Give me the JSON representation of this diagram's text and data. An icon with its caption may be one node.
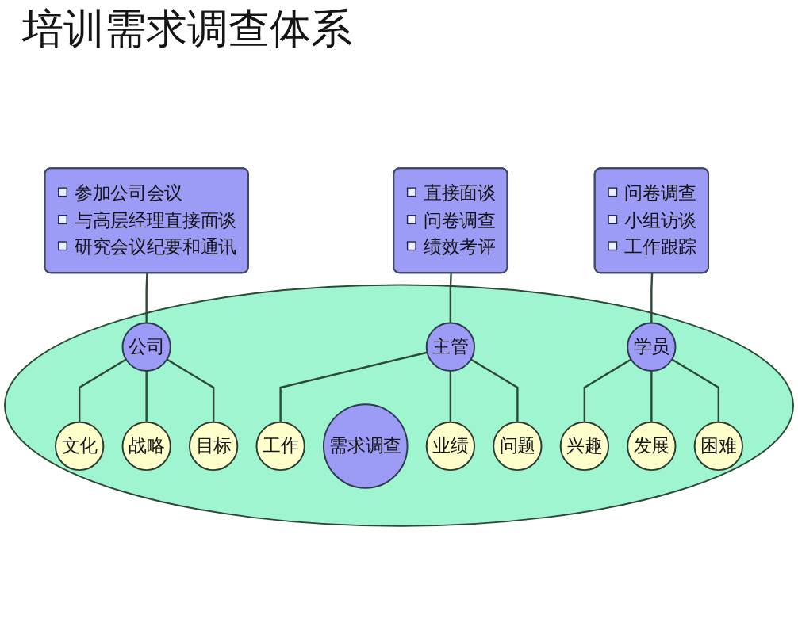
{
  "diagram": {
    "title": "培训需求调查体系",
    "nodes": [
      {
        "text": [],
        "shape": "ellipse"
      },
      {
        "text": [
          "文化"
        ],
        "in": 0
      },
      {
        "text": [
          "参加公司会议",
          "与高层经理直接面谈",
          "研究会议纪要和通讯"
        ]
      },
      {
        "text": [
          "公司"
        ],
        "in": 0
      },
      {
        "text": [
          "战略"
        ],
        "in": 0
      },
      {
        "text": [
          "目标"
        ],
        "in": 0
      },
      {
        "text": [
          "工作"
        ],
        "in": 0
      },
      {
        "text": [
          "需求调查"
        ],
        "in": 0
      },
      {
        "text": [
          "兴趣"
        ],
        "in": 0
      },
      {
        "text": [
          "直接面谈",
          "问卷调查",
          "绩效考评"
        ]
      },
      {
        "text": [
          "问卷调查",
          "小组访谈",
          "工作跟踪"
        ]
      },
      {
        "text": [
          "主管"
        ],
        "in": 0
      },
      {
        "text": [
          "学员"
        ],
        "in": 0
      },
      {
        "text": [
          "业绩"
        ],
        "in": 0
      },
      {
        "text": [
          "问题"
        ],
        "in": 0
      },
      {
        "text": [
          "发展"
        ],
        "in": 0
      },
      {
        "text": [
          "困难"
        ],
        "in": 0
      }
    ],
    "edges": [
      {
        "from": 2,
        "to": 3,
        "arrow": "none"
      },
      {
        "from": 3,
        "to": 1,
        "arrow": "none"
      },
      {
        "from": 3,
        "to": 4,
        "arrow": "none"
      },
      {
        "from": 3,
        "to": 5,
        "arrow": "none"
      },
      {
        "from": 9,
        "to": 11,
        "arrow": "none"
      },
      {
        "from": 11,
        "to": 6,
        "arrow": "none"
      },
      {
        "from": 11,
        "to": 13,
        "arrow": "none"
      },
      {
        "from": 11,
        "to": 14,
        "arrow": "none"
      },
      {
        "from": 10,
        "to": 12,
        "arrow": "none"
      },
      {
        "from": 12,
        "to": 8,
        "arrow": "none"
      },
      {
        "from": 12,
        "to": 15,
        "arrow": "none"
      },
      {
        "from": 12,
        "to": 16,
        "arrow": "none"
      }
    ]
  }
}
